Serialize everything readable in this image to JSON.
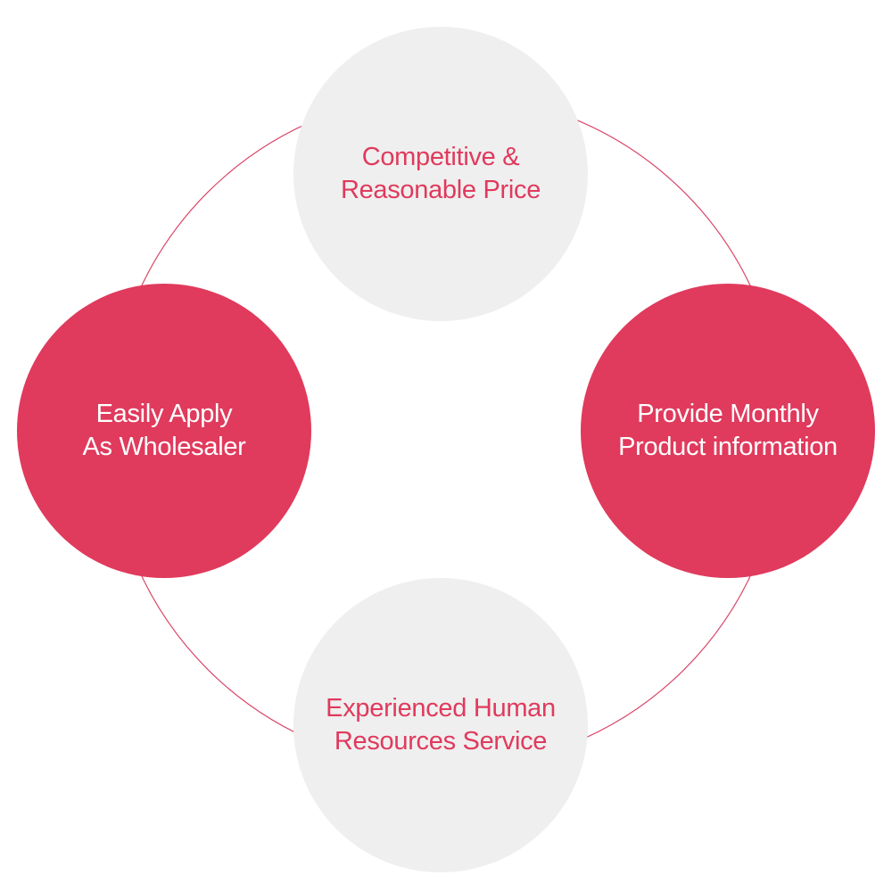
{
  "colors": {
    "accent": "#e03a5d",
    "light_fill": "#efefef",
    "ring_stroke": "#d9476a",
    "background": "#ffffff"
  },
  "nodes": {
    "top": {
      "style": "light",
      "lines": [
        "Competitive &",
        "Reasonable Price"
      ]
    },
    "left": {
      "style": "accent",
      "lines": [
        "Easily Apply",
        "As Wholesaler"
      ]
    },
    "right": {
      "style": "accent",
      "lines": [
        "Provide Monthly",
        "Product information"
      ]
    },
    "bottom": {
      "style": "light",
      "lines": [
        "Experienced Human",
        "Resources Service"
      ]
    }
  }
}
